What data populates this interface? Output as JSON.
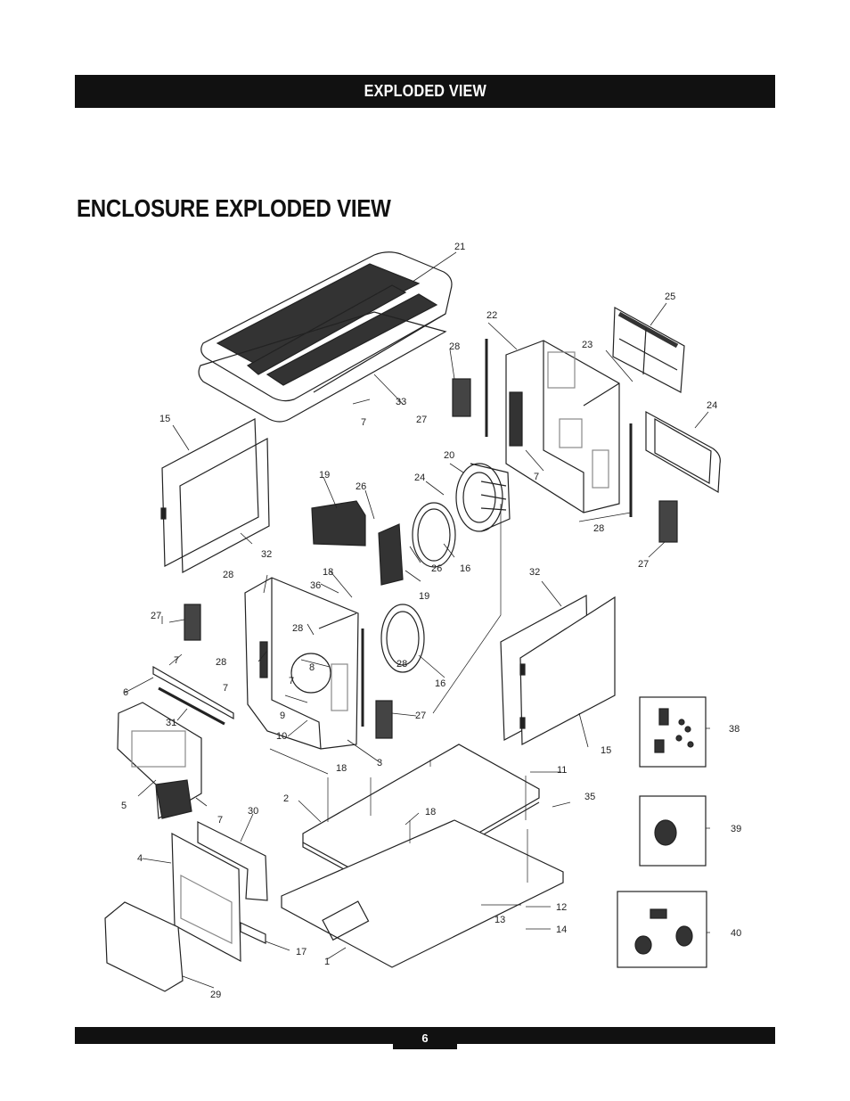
{
  "header": {
    "section_title": "EXPLODED VIEW"
  },
  "page_title": "ENCLOSURE EXPLODED VIEW",
  "callouts": {
    "c1": "1",
    "c2": "2",
    "c3": "3",
    "c4": "4",
    "c5": "5",
    "c6": "6",
    "c7a": "7",
    "c7b": "7",
    "c7c": "7",
    "c7d": "7",
    "c7e": "7",
    "c7f": "7",
    "c8": "8",
    "c9": "9",
    "c10": "10",
    "c11": "11",
    "c12": "12",
    "c13": "13",
    "c14": "14",
    "c15a": "15",
    "c15b": "15",
    "c16a": "16",
    "c16b": "16",
    "c17": "17",
    "c18a": "18",
    "c18b": "18",
    "c18c": "18",
    "c19a": "19",
    "c19b": "19",
    "c20": "20",
    "c21": "21",
    "c22": "22",
    "c23": "23",
    "c24a": "24",
    "c24b": "24",
    "c25": "25",
    "c26a": "26",
    "c26b": "26",
    "c27a": "27",
    "c27b": "27",
    "c27c": "27",
    "c27d": "27",
    "c28a": "28",
    "c28b": "28",
    "c28c": "28",
    "c28d": "28",
    "c28e": "28",
    "c28f": "28",
    "c29": "29",
    "c30": "30",
    "c31": "31",
    "c32a": "32",
    "c32b": "32",
    "c33": "33",
    "c35": "35",
    "c36": "36",
    "c38": "38",
    "c39": "39",
    "c40": "40"
  },
  "footer": {
    "page_number": "6"
  }
}
